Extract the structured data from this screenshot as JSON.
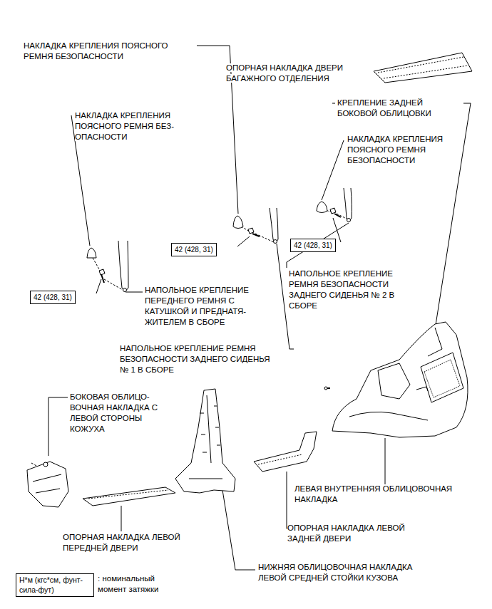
{
  "diagram": {
    "nodes": [
      {
        "text": [
          "42 (428, 31)"
        ]
      },
      {
        "text": [
          "42 (428, 31)"
        ]
      },
      {
        "text": [
          "42 (428, 31)"
        ]
      },
      {
        "text": [
          "Н*м (кгс*см, фунт-сила-фут)"
        ]
      }
    ],
    "labels": [
      "НАКЛАДКА КРЕПЛЕНИЯ ПОЯСНОГО РЕМНЯ БЕЗОПАСНОСТИ",
      "ОПОРНАЯ НАКЛАДКА ДВЕРИ БАГАЖНОГО ОТДЕЛЕНИЯ",
      "НАКЛАДКА КРЕПЛЕНИЯ ПОЯСНОГО РЕМНЯ БЕЗ-ОПАСНОСТИ",
      "КРЕПЛЕНИЕ ЗАДНЕЙ БОКОВОЙ ОБЛИЦОВКИ",
      "НАКЛАДКА КРЕПЛЕНИЯ ПОЯСНОГО РЕМНЯ БЕЗОПАСНОСТИ",
      "НАПОЛЬНОЕ КРЕПЛЕНИЕ ПЕРЕДНЕГО РЕМНЯ С КАТУШКОЙ И ПРЕДНАТЯ-ЖИТЕЛЕМ В СБОРЕ",
      "НАПОЛЬНОЕ КРЕПЛЕНИЕ РЕМНЯ БЕЗОПАСНОСТИ ЗАДНЕГО СИДЕНЬЯ № 2 В СБОРЕ",
      "НАПОЛЬНОЕ КРЕПЛЕНИЕ РЕМНЯ БЕЗОПАСНОСТИ ЗАДНЕГО СИДЕНЬЯ № 1 В СБОРЕ",
      "БОКОВАЯ ОБЛИЦО-ВОЧНАЯ НАКЛАДКА С ЛЕВОЙ СТОРОНЫ КОЖУХА",
      "ЛЕВАЯ ВНУТРЕННЯЯ ОБЛИЦОВОЧНАЯ НАКЛАДКА",
      "ОПОРНАЯ НАКЛАДКА ЛЕВОЙ ЗАДНЕЙ ДВЕРИ",
      "ОПОРНАЯ НАКЛАДКА ЛЕВОЙ ПЕРЕДНЕЙ ДВЕРИ",
      "НИЖНЯЯ ОБЛИЦОВОЧНАЯ НАКЛАДКА ЛЕВОЙ СРЕДНЕЙ СТОЙКИ КУЗОВА",
      ": номинальный момент затяжки"
    ]
  }
}
